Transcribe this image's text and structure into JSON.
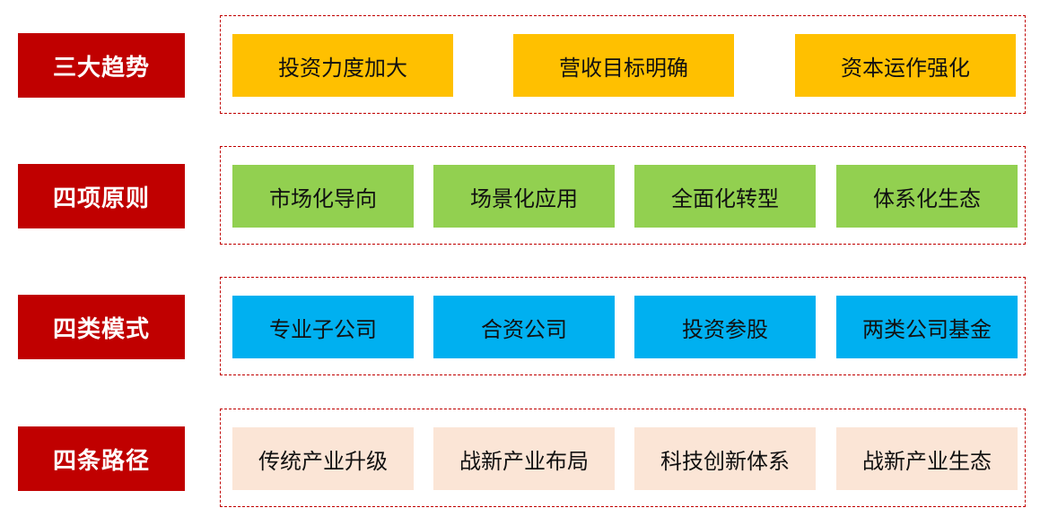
{
  "colors": {
    "label_bg": "#c00000",
    "frame_border": "#c00000",
    "trends": "#ffc000",
    "principles": "#92d050",
    "modes": "#00b0f0",
    "paths": "#fbe5d6"
  },
  "rows": [
    {
      "label": "三大趋势",
      "items": [
        "投资力度加大",
        "营收目标明确",
        "资本运作强化"
      ]
    },
    {
      "label": "四项原则",
      "items": [
        "市场化导向",
        "场景化应用",
        "全面化转型",
        "体系化生态"
      ]
    },
    {
      "label": "四类模式",
      "items": [
        "专业子公司",
        "合资公司",
        "投资参股",
        "两类公司基金"
      ]
    },
    {
      "label": "四条路径",
      "items": [
        "传统产业升级",
        "战新产业布局",
        "科技创新体系",
        "战新产业生态"
      ]
    }
  ]
}
